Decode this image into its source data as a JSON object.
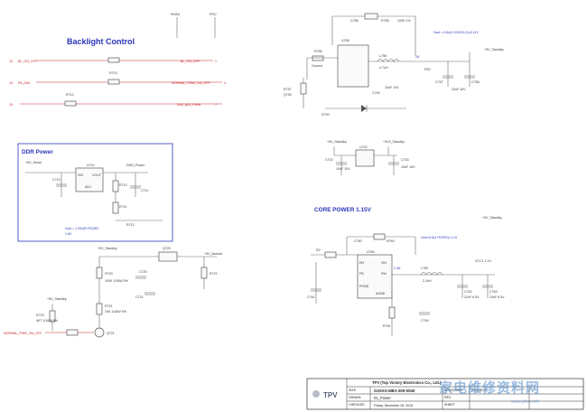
{
  "backlight": {
    "title": "Backlight Control",
    "power_pins": [
      "+5VAU",
      "PGV"
    ],
    "net_bl_on": "BL_ON_OFF",
    "net_bl_on_right": "BL_ON_OFF",
    "net_dimming": "PA_DIM",
    "net_normal": "NORMAL_PWM_ON_OFF",
    "net_dim_adj": "DIM_ADJ_PWM",
    "refs": [
      "R711",
      "R713",
      "R712"
    ],
    "conn_nums": [
      "13",
      "14",
      "15",
      "1",
      "4",
      "7",
      "2"
    ]
  },
  "boost": {
    "formula": "Vout = 0.6x(1+100/13.2)=5.11V",
    "parts": [
      "C756",
      "C754",
      "R755",
      "U756",
      "R756",
      "L756",
      "C757",
      "C758",
      "R757",
      "D700",
      "Q700"
    ],
    "labels": [
      "10uF 10V",
      "100K 1%",
      "4.7uH",
      "2A",
      "22uF 10V",
      "+5V_Standby",
      "Ground",
      "P5V"
    ]
  },
  "ddr": {
    "title": "DDR Power",
    "input": "+5V_Serial",
    "output": "DDR_Power",
    "formula": "Vout = 1.25x(R+R2)/R2",
    "formula2": "1.8V",
    "parts": [
      "U710",
      "C710",
      "R710",
      "R711",
      "R712",
      "C711"
    ],
    "ic_pins": [
      "VIN",
      "VOUT",
      "ADJ"
    ]
  },
  "ldo": {
    "input": "+5V_Standby",
    "output": "+3V3_Standby",
    "parts": [
      "U702",
      "C702",
      "C703"
    ],
    "labels": [
      "10uF 10V",
      "10uF 10V"
    ]
  },
  "core": {
    "title": "CORE POWER 1.15V",
    "formula": "Vout=0.6(1+R1/R2)=1.1V",
    "supply": "+5V_Standby",
    "output": "VCC1 1.1V",
    "parts": [
      "R2",
      "C760",
      "C761",
      "U760",
      "L760",
      "C762",
      "C763",
      "R760",
      "R761",
      "C764"
    ],
    "labels": [
      "2.2uH",
      "22uF 6.3V",
      "10uF 6.3V",
      "2.4A"
    ],
    "ic_pins": [
      "EN",
      "FB",
      "VIN",
      "SW",
      "PGND",
      "AGND"
    ]
  },
  "standby": {
    "rail_a": "+5V_Standby",
    "rail_b": "+5V_Normal",
    "parts": [
      "R720",
      "R721",
      "R722",
      "R723",
      "Q720",
      "Q721",
      "C720",
      "C721"
    ],
    "net_ctrl": "NORMAL_PWR_ON_OFF",
    "labels": [
      "100K 1/16W 5%",
      "10K 1/16W 5%",
      "4K7 1/16W 5%"
    ]
  },
  "title_block": {
    "company": "TPV (Top Victory Electronics Co., Ltd.)",
    "doc_no": "G3XXX-M8A-200-0040",
    "sheet_name": "01_Power",
    "date": "Friday, December 25, 2015",
    "project": "PROJECT",
    "logo": "TPV",
    "cells": [
      "SIZE",
      "DRAWN",
      "CHECKED",
      "APPROVED",
      "REV",
      "SHEET"
    ]
  },
  "watermark": {
    "text": "家电维修资料网",
    "url": "www.jdwx.info"
  }
}
